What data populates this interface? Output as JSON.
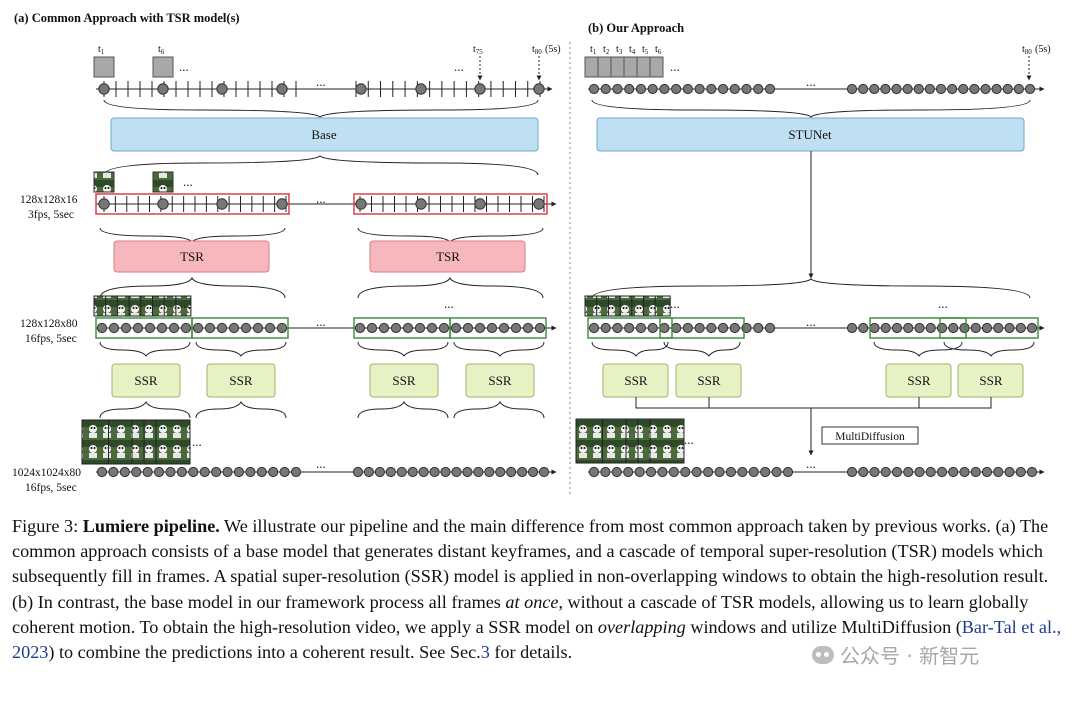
{
  "panel_a": {
    "title": "(a) Common Approach with TSR model(s)",
    "t1": "t",
    "t1_sub": "1",
    "t6": "t",
    "t6_sub": "6",
    "t75": "t",
    "t75_sub": "75",
    "t80": "t",
    "t80_sub": "80",
    "t80_note": "(5s)",
    "base": "Base",
    "tsr1": "TSR",
    "tsr2": "TSR",
    "ssr1": "SSR",
    "ssr2": "SSR",
    "ssr3": "SSR",
    "ssr4": "SSR",
    "res1_a": "128x128x16",
    "res1_b": "3fps, 5sec",
    "res2_a": "128x128x80",
    "res2_b": "16fps, 5sec",
    "res3_a": "1024x1024x80",
    "res3_b": "16fps, 5sec",
    "dots": "..."
  },
  "panel_b": {
    "title": "(b) Our Approach",
    "t": "t",
    "subs": [
      "1",
      "2",
      "3",
      "4",
      "5",
      "6"
    ],
    "t80_sub": "80",
    "t80_note": "(5s)",
    "stunet": "STUNet",
    "ssr1": "SSR",
    "ssr2": "SSR",
    "ssr3": "SSR",
    "ssr4": "SSR",
    "multidiffusion": "MultiDiffusion",
    "dots": "..."
  },
  "caption": {
    "fig_label": "Figure 3:",
    "title": "Lumiere pipeline.",
    "p1": " We illustrate our pipeline and the main difference from most common approach taken by previous works. (a) The common approach consists of a base model that generates distant keyframes, and a cascade of temporal super-resolution (TSR) models which subsequently fill in frames. A spatial super-resolution (SSR) model is applied in non-overlapping windows to obtain the high-resolution result. (b) In contrast, the base model in our framework process all frames ",
    "em1": "at once",
    "p2": ", without a cascade of TSR models, allowing us to learn globally coherent motion. To obtain the high-resolution video, we apply a SSR model on ",
    "em2": "overlapping",
    "p3": " windows and utilize MultiDiffusion (",
    "cite": "Bar-Tal et al., 2023",
    "p4": ") to combine the predictions into a coherent result. See Sec.",
    "sec": "3",
    "p5": " for details."
  },
  "watermark": {
    "text": "公众号 · 新智元",
    "icon": "wechat-icon"
  },
  "colors": {
    "base_box": "#bfe0f3",
    "tsr_box": "#f7b8bd",
    "ssr_box": "#e6f1c4",
    "red_window": "#d9343f",
    "green_window": "#3a8a3a",
    "node": "#777777"
  }
}
